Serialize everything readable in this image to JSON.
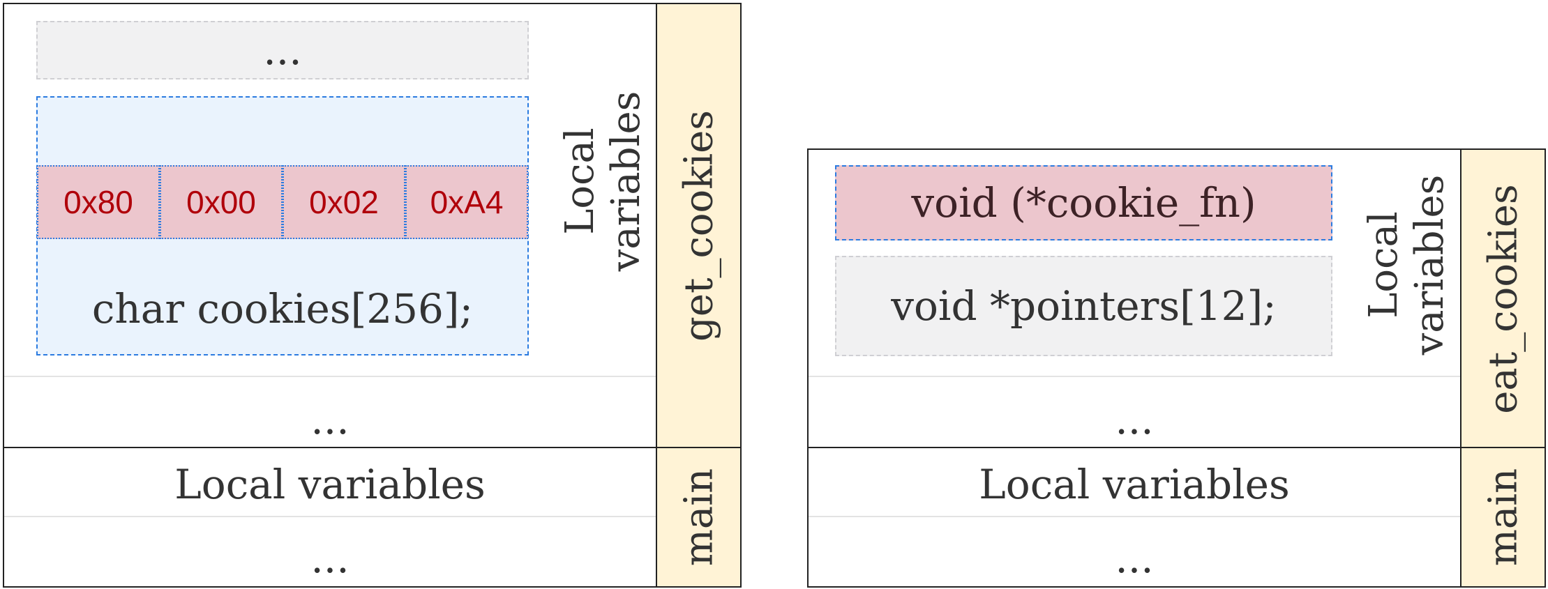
{
  "left": {
    "top_ellipsis": "...",
    "bytes": [
      "0x80",
      "0x00",
      "0x02",
      "0xA4"
    ],
    "buffer_label": "char cookies[256];",
    "local_vars_rotated": [
      "Local",
      "variables"
    ],
    "after_ellipsis": "...",
    "frame_label": "get_cookies",
    "main_local_vars": "Local variables",
    "main_ellipsis": "...",
    "main_label": "main"
  },
  "right": {
    "fn_ptr_label": "void (*cookie_fn)",
    "pointers_label": "void *pointers[12];",
    "local_vars_rotated": [
      "Local",
      "variables"
    ],
    "after_ellipsis": "...",
    "frame_label": "eat_cookies",
    "main_local_vars": "Local variables",
    "main_ellipsis": "...",
    "main_label": "main"
  },
  "colors": {
    "frame_label_bg": "#fff3d6",
    "buffer_bg": "#eaf3fd",
    "buffer_border": "#2b7be0",
    "highlight_bg": "#ecc6cd",
    "byte_text": "#b0000a",
    "neutral_bg": "#f1f1f2"
  }
}
